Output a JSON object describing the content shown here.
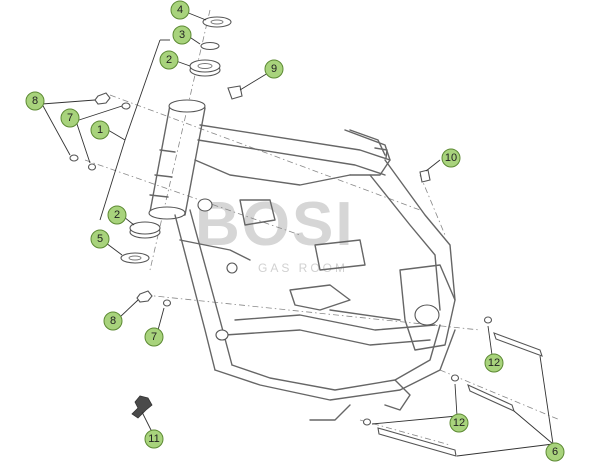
{
  "watermark": {
    "brand": "BOSI",
    "tagline": "GAS ROOM"
  },
  "callouts": [
    {
      "id": "c1",
      "label": "1"
    },
    {
      "id": "c2a",
      "label": "2"
    },
    {
      "id": "c2b",
      "label": "2"
    },
    {
      "id": "c3",
      "label": "3"
    },
    {
      "id": "c4",
      "label": "4"
    },
    {
      "id": "c5",
      "label": "5"
    },
    {
      "id": "c6",
      "label": "6"
    },
    {
      "id": "c7a",
      "label": "7"
    },
    {
      "id": "c7b",
      "label": "7"
    },
    {
      "id": "c8a",
      "label": "8"
    },
    {
      "id": "c8b",
      "label": "8"
    },
    {
      "id": "c9",
      "label": "9"
    },
    {
      "id": "c10",
      "label": "10"
    },
    {
      "id": "c11",
      "label": "11"
    },
    {
      "id": "c12a",
      "label": "12"
    },
    {
      "id": "c12b",
      "label": "12"
    }
  ],
  "colors": {
    "callout_fill": "#a8d37c",
    "callout_stroke": "#5d8a34",
    "drawing_line": "#666666",
    "watermark": "#c9c9c9"
  }
}
